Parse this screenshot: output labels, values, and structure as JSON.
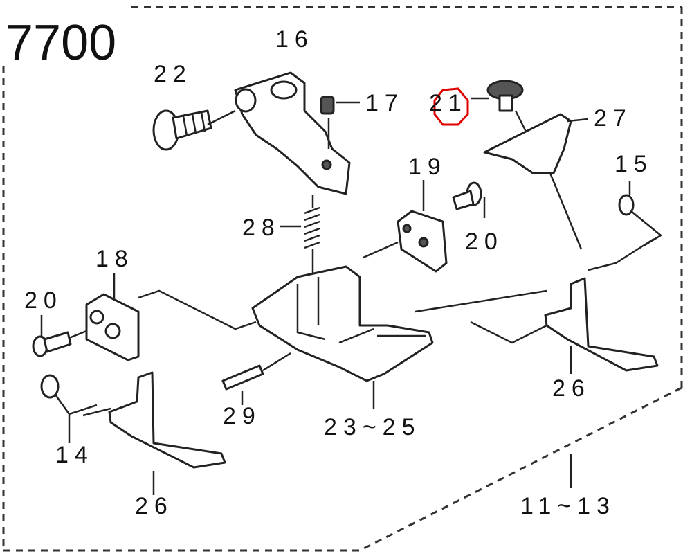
{
  "model_number": "7700",
  "highlight_color": "#e00000",
  "highlighted_part": "21",
  "part_labels": {
    "p16": "16",
    "p22": "22",
    "p17": "17",
    "p21": "21",
    "p27": "27",
    "p19": "19",
    "p15": "15",
    "p20a": "20",
    "p28": "28",
    "p18": "18",
    "p20b": "20",
    "p14": "14",
    "p29": "29",
    "p23_25": "23~25",
    "p26a": "26",
    "p26b": "26",
    "p11_13": "11~13"
  }
}
